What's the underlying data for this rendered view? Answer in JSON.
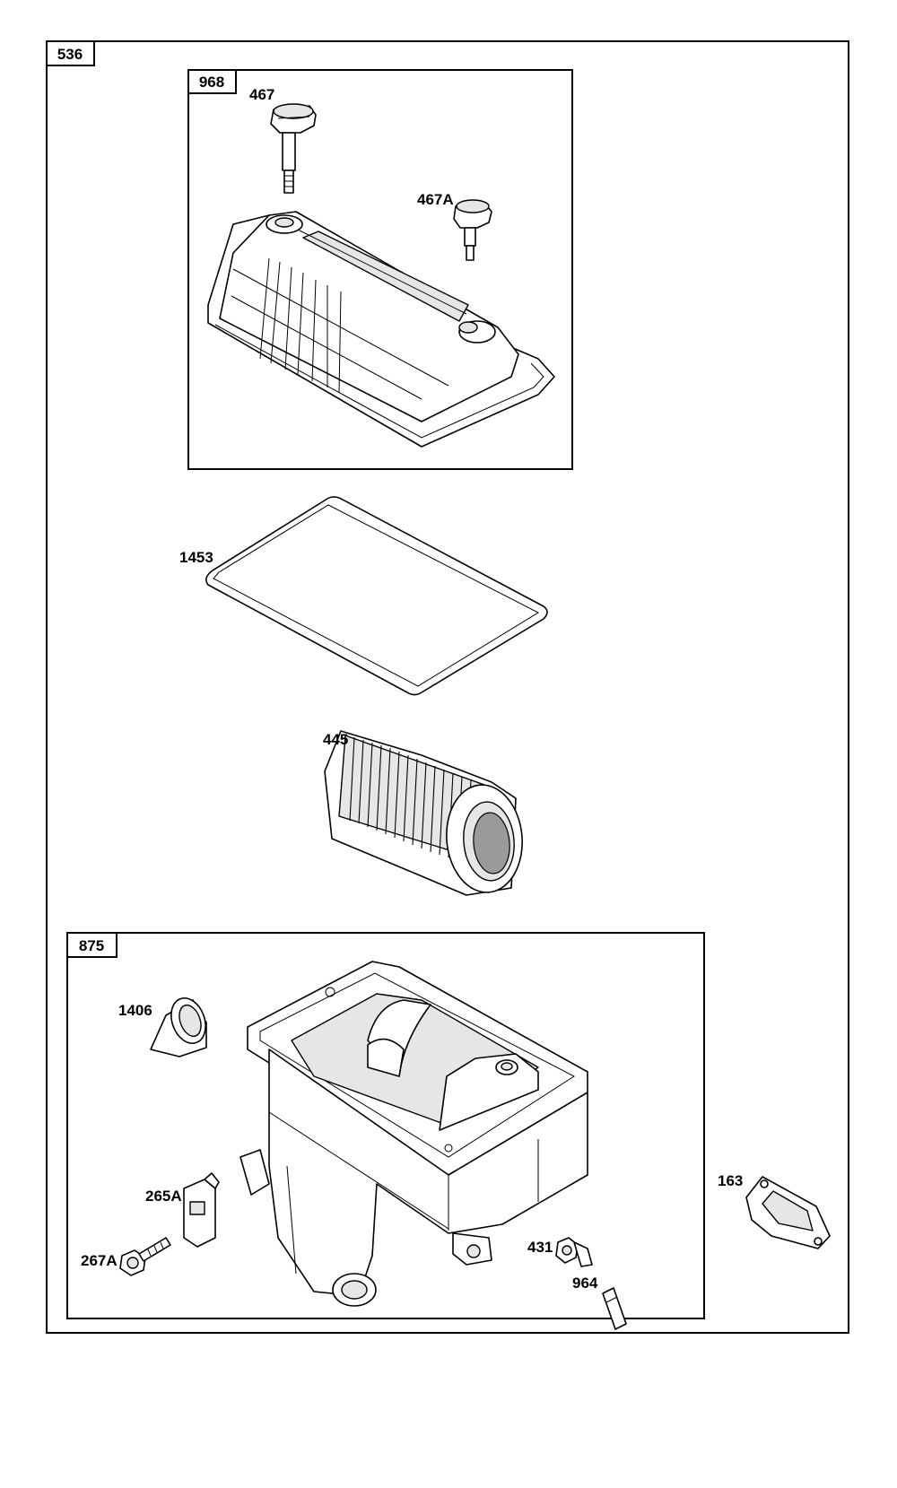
{
  "assembly_tags": {
    "main": "536",
    "cover_kit": "968",
    "base_kit": "875"
  },
  "callouts": {
    "p467": "467",
    "p467a": "467A",
    "p1453": "1453",
    "p445": "445",
    "p1406": "1406",
    "p265a": "265A",
    "p267a": "267A",
    "p431": "431",
    "p964": "964",
    "p163": "163"
  }
}
